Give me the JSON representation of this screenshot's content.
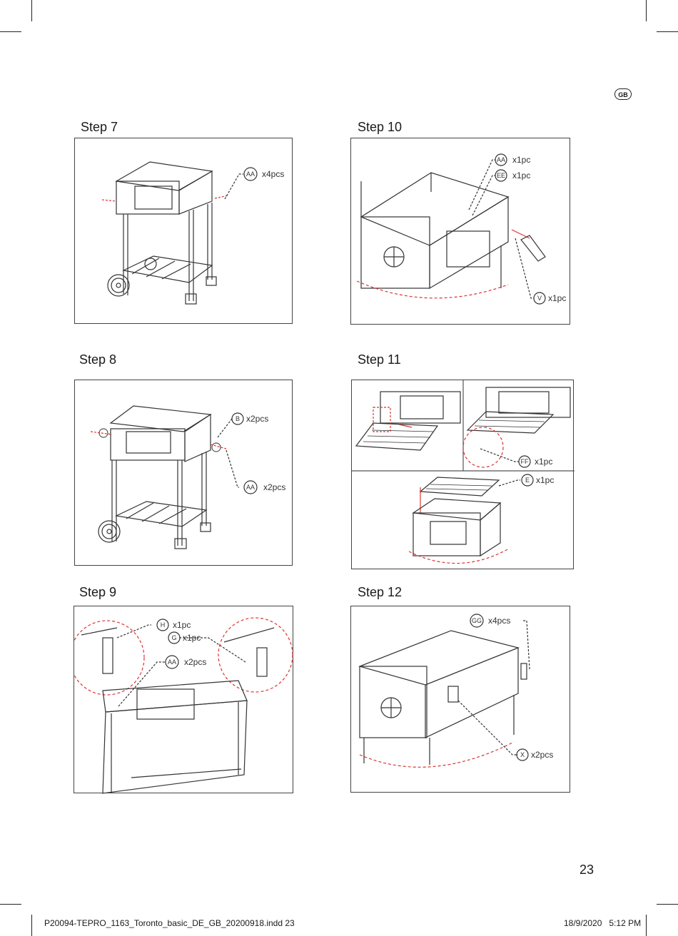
{
  "region_badge": "GB",
  "steps": [
    {
      "title": "Step 7",
      "callouts": [
        {
          "part": "AA",
          "qty": "x4pcs"
        }
      ]
    },
    {
      "title": "Step 10",
      "callouts": [
        {
          "part": "AA",
          "qty": "x1pc"
        },
        {
          "part": "EE",
          "qty": "x1pc"
        },
        {
          "part": "V",
          "qty": "x1pc"
        }
      ]
    },
    {
      "title": "Step 8",
      "callouts": [
        {
          "part": "B",
          "qty": "x2pcs"
        },
        {
          "part": "AA",
          "qty": "x2pcs"
        }
      ]
    },
    {
      "title": "Step 11",
      "callouts": [
        {
          "part": "FF",
          "qty": "x1pc"
        },
        {
          "part": "E",
          "qty": "x1pc"
        }
      ]
    },
    {
      "title": "Step 9",
      "callouts": [
        {
          "part": "H",
          "qty": "x1pc"
        },
        {
          "part": "G",
          "qty": "x1pc"
        },
        {
          "part": "AA",
          "qty": "x2pcs"
        }
      ]
    },
    {
      "title": "Step 12",
      "callouts": [
        {
          "part": "GG",
          "qty": "x4pcs"
        },
        {
          "part": "X",
          "qty": "x2pcs"
        }
      ]
    }
  ],
  "page_number": "23",
  "footer": {
    "file": "P20094-TEPRO_1163_Toronto_basic_DE_GB_20200918.indd   23",
    "date": "18/9/2020   5:12 PM"
  }
}
